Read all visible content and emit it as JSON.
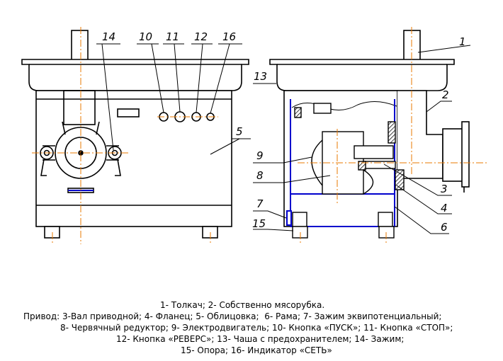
{
  "labels": {
    "front": [
      "14",
      "10",
      "11",
      "12",
      "16",
      "5"
    ],
    "side": [
      "1",
      "13",
      "2",
      "9",
      "8",
      "3",
      "4",
      "7",
      "15",
      "6"
    ]
  },
  "caption": {
    "line1": "1- Толкач; 2- Собственно мясорубка.",
    "line2": "Привод: 3-Вал приводной; 4- Фланец; 5- Облицовка;  6- Рама; 7- Зажим эквипотенциальный;",
    "line3": "8- Червячный редуктор; 9- Электродвигатель; 10- Кнопка «ПУСК»; 11- Кнопка «СТОП»;",
    "line4": "12- Кнопка «РЕВЕРС»; 13- Чаша с предохранителем; 14- Зажим;",
    "line5": "15- Опора; 16- Индикатор «СЕТЬ»"
  },
  "colors": {
    "outline": "#000000",
    "section": "#0000cc",
    "axis": "#e87800",
    "hatch": "#000000"
  }
}
